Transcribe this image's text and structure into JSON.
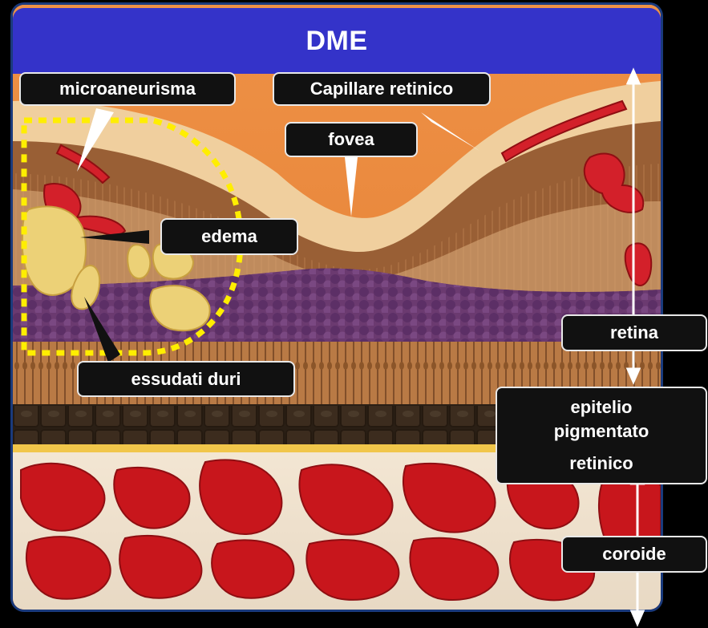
{
  "title": "DME",
  "labels": {
    "microaneurysm": "microaneurisma",
    "retinal_capillary": "Capillare retinico",
    "fovea": "fovea",
    "edema": "edema",
    "hard_exudates": "essudati duri",
    "retina": "retina",
    "rpe_line1": "epitelio",
    "rpe_line2": "pigmentato",
    "rpe_line3": "retinico",
    "choroid": "coroide"
  },
  "colors": {
    "title_bar": "#3433c9",
    "label_bg": "#111111",
    "highlight_outline": "#ffee00",
    "retina_surface": "#e9873e",
    "nerve_fiber": "#f0cf9e",
    "ganglion": "#8a4b22",
    "nuclear_layer": "#6b3a70",
    "photoreceptor": "#b97a45",
    "rpe": "#3a2a1c",
    "choroid_vessel": "#c8161c"
  }
}
